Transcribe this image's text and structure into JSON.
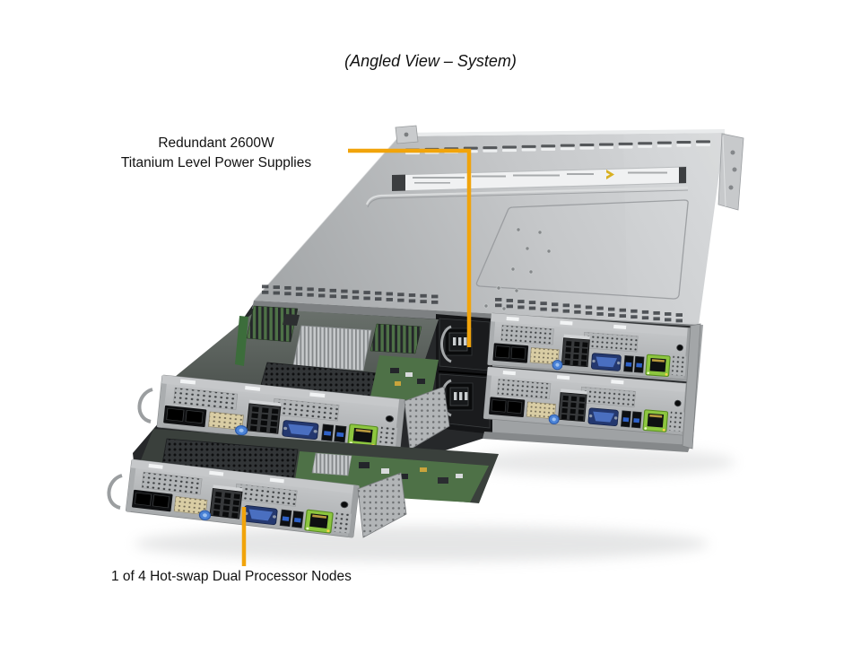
{
  "annotations": {
    "view_label": "(Angled View – System)",
    "psu_callout": {
      "line1": "Redundant 2600W",
      "line2": "Titanium Level Power Supplies"
    },
    "node_callout": {
      "text": "1 of 4 Hot-swap Dual Processor Nodes"
    }
  },
  "colors": {
    "background": "#FFFFFF",
    "text": "#111111",
    "callout": "#F1A40B",
    "chassis_light": "#D8DADC",
    "chassis_mid": "#B5B8BA",
    "chassis_dark": "#8A8D8F",
    "interior_dark": "#26282A",
    "psu_black": "#1A1B1D",
    "pcb_green": "#4E7147",
    "ethernet_green": "#8DC63F",
    "vga_blue": "#4A6FC0",
    "usb_blue": "#2F62C8",
    "connector_beige": "#D9CDA4",
    "label_white": "#F0F1F2"
  }
}
